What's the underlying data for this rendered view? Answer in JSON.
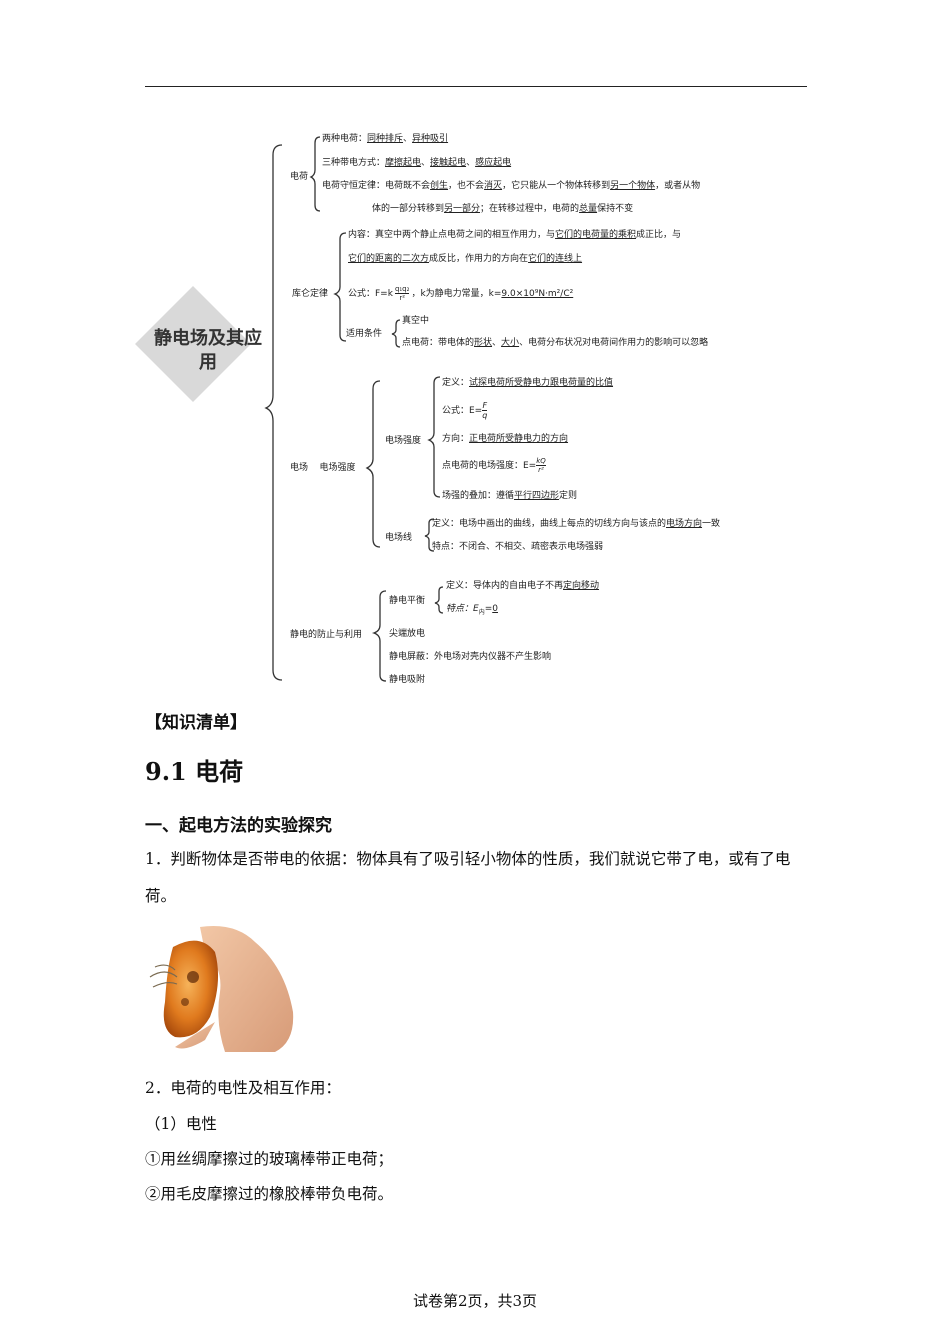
{
  "mindmap": {
    "root": "静电场及其应用",
    "b1": {
      "label": "电荷",
      "i1": "两种电荷：",
      "i1a": "同种排斥",
      "i1b": "、",
      "i1c": "异种吸引",
      "i2": "三种带电方式：",
      "i2a": "摩擦起电",
      "i2b": "、",
      "i2c": "接触起电",
      "i2d": "、",
      "i2e": "感应起电",
      "i3a": "电荷守恒定律：电荷既不会",
      "i3b": "创生",
      "i3c": "，也不会",
      "i3d": "消灭",
      "i3e": "，它只能从一个物体转移到",
      "i3f": "另一个物体",
      "i3g": "，或者从物",
      "i4a": "体的一部分转移到",
      "i4b": "另一部分",
      "i4c": "；在转移过程中，电荷的",
      "i4d": "总量",
      "i4e": "保持不变"
    },
    "b2": {
      "label": "库仑定律",
      "c1a": "内容：真空中两个静止点电荷之间的相互作用力，与",
      "c1b": "它们的电荷量的乘积",
      "c1c": "成正比，与",
      "c2a": "它们的距离的二次方",
      "c2b": "成反比，作用力的方向在",
      "c2c": "它们的连线上",
      "f1": "公式：F=k",
      "f1frac_top": "q₁q₂",
      "f1frac_bot": "r²",
      "f1b": "，k为静电力常量，k=",
      "f1c": "9.0×10⁹N·m²/C²",
      "cond": "适用条件",
      "cond1": "真空中",
      "cond2a": "点电荷：带电体的",
      "cond2b": "形状",
      "cond2c": "、",
      "cond2d": "大小",
      "cond2e": "、电荷分布状况对电荷间作用力的影响可以忽略"
    },
    "b3": {
      "label1": "电场",
      "label2": "电场强度",
      "s1": "电场强度",
      "s1a1": "定义：",
      "s1a2": "试探电荷所受静电力跟电荷量的比值",
      "s1b": "公式：E=",
      "s1b_top": "F",
      "s1b_bot": "q",
      "s1c1": "方向：",
      "s1c2": "正电荷所受静电力的方向",
      "s1d": "点电荷的电场强度：E=",
      "s1d_top": "kQ",
      "s1d_bot": "r²",
      "s1e1": "场强的叠加：遵循",
      "s1e2": "平行四边形",
      "s1e3": "定则",
      "s2": "电场线",
      "s2a1": "定义：电场中画出的曲线，曲线上每点的切线方向与该点的",
      "s2a2": "电场方向",
      "s2a3": "一致",
      "s2b": "特点：不闭合、不相交、疏密表示电场强弱"
    },
    "b4": {
      "label": "静电的防止与利用",
      "t1": "静电平衡",
      "t1a1": "定义：导体内的自由电子不再",
      "t1a2": "定向移动",
      "t1b1": "特点：E",
      "t1b2": "内",
      "t1b3": "=",
      "t1b4": "0",
      "t2": "尖端放电",
      "t3": "静电屏蔽：外电场对壳内仪器不产生影响",
      "t4": "静电吸附"
    }
  },
  "section_tag": "【知识清单】",
  "h1": "9.1 电荷",
  "h2": "一、起电方法的实验探究",
  "p1": "1．判断物体是否带电的依据：物体具有了吸引轻小物体的性质，我们就说它带了电，或有了电荷。",
  "l2": "2．电荷的电性及相互作用：",
  "l3": "（1）电性",
  "l4": "①用丝绸摩擦过的玻璃棒带正电荷；",
  "l5": "②用毛皮摩擦过的橡胶棒带负电荷。",
  "footer": "试卷第2页，共3页"
}
